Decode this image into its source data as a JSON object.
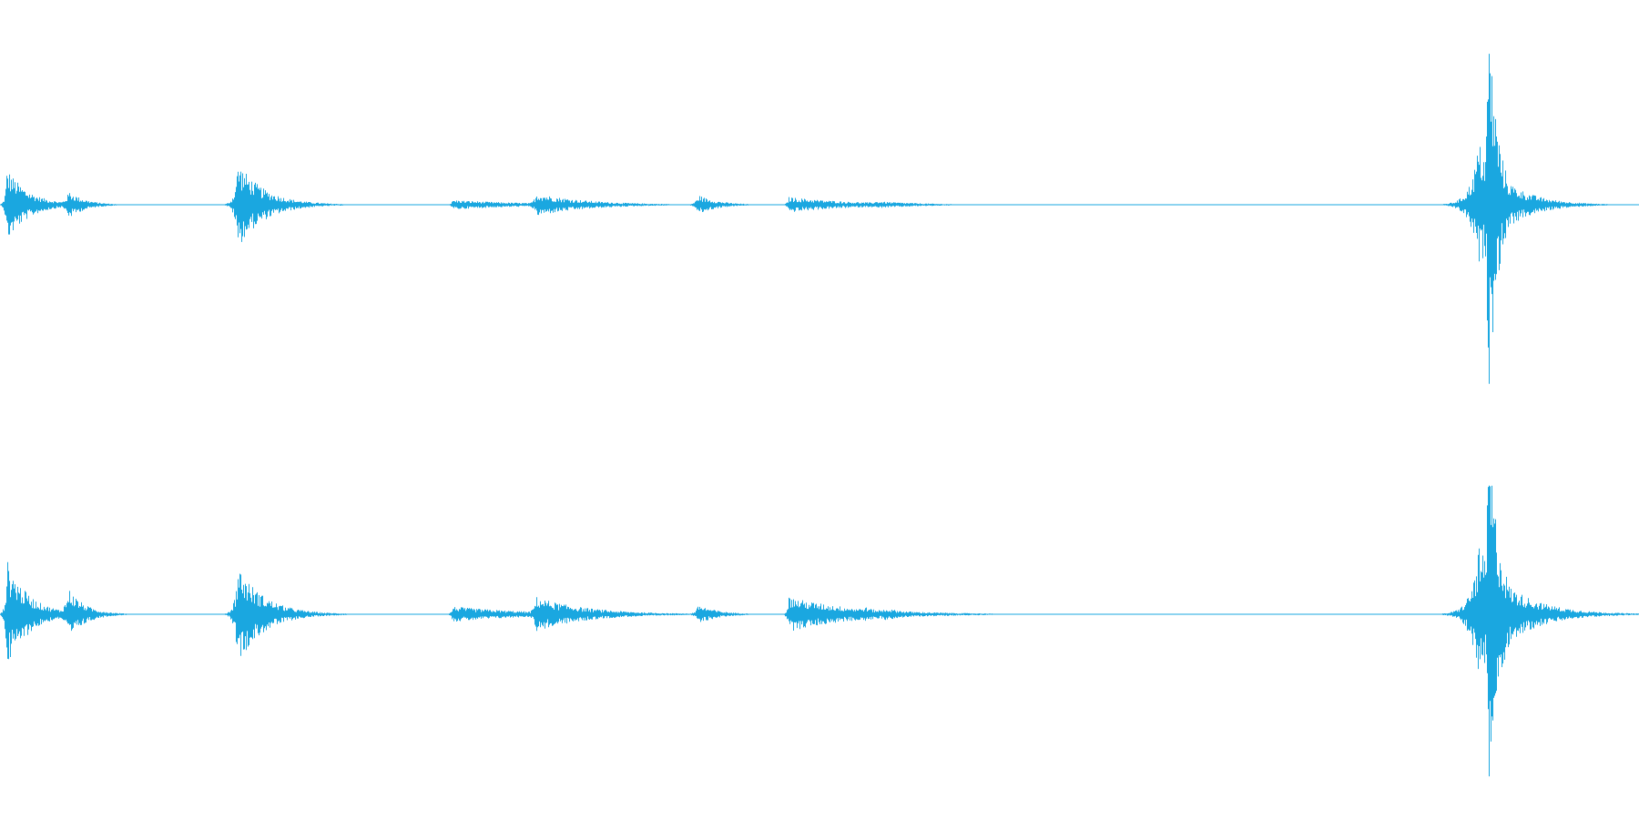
{
  "waveform": {
    "color": "#1aa7e0",
    "channels": [
      {
        "name": "channel-1",
        "bursts": [
          {
            "pos": 0.004,
            "amp": 0.19,
            "decay": 0.013,
            "pre": 0.001
          },
          {
            "pos": 0.042,
            "amp": 0.07,
            "decay": 0.01,
            "pre": 0.003
          },
          {
            "pos": 0.145,
            "amp": 0.22,
            "decay": 0.016,
            "pre": 0.002
          },
          {
            "pos": 0.195,
            "amp": 0.006,
            "decay": 0.008,
            "pre": 0.006
          },
          {
            "pos": 0.276,
            "amp": 0.025,
            "decay": 0.045,
            "pre": 0.001
          },
          {
            "pos": 0.327,
            "amp": 0.06,
            "decay": 0.03,
            "pre": 0.002
          },
          {
            "pos": 0.36,
            "amp": 0.018,
            "decay": 0.02,
            "pre": 0.005
          },
          {
            "pos": 0.426,
            "amp": 0.05,
            "decay": 0.012,
            "pre": 0.002
          },
          {
            "pos": 0.481,
            "amp": 0.04,
            "decay": 0.04,
            "pre": 0.001
          },
          {
            "pos": 0.535,
            "amp": 0.018,
            "decay": 0.03,
            "pre": 0.01
          },
          {
            "pos": 0.902,
            "amp": 0.32,
            "decay": 0.018,
            "pre": 0.005
          },
          {
            "pos": 0.908,
            "amp": 1.0,
            "decay": 0.006,
            "pre": 0.0015
          }
        ]
      },
      {
        "name": "channel-2",
        "bursts": [
          {
            "pos": 0.004,
            "amp": 0.28,
            "decay": 0.013,
            "pre": 0.001
          },
          {
            "pos": 0.042,
            "amp": 0.13,
            "decay": 0.01,
            "pre": 0.003
          },
          {
            "pos": 0.145,
            "amp": 0.25,
            "decay": 0.016,
            "pre": 0.002
          },
          {
            "pos": 0.195,
            "amp": 0.006,
            "decay": 0.008,
            "pre": 0.006
          },
          {
            "pos": 0.276,
            "amp": 0.04,
            "decay": 0.045,
            "pre": 0.001
          },
          {
            "pos": 0.327,
            "amp": 0.09,
            "decay": 0.03,
            "pre": 0.002
          },
          {
            "pos": 0.36,
            "amp": 0.025,
            "decay": 0.02,
            "pre": 0.005
          },
          {
            "pos": 0.426,
            "amp": 0.05,
            "decay": 0.012,
            "pre": 0.002
          },
          {
            "pos": 0.481,
            "amp": 0.09,
            "decay": 0.04,
            "pre": 0.001
          },
          {
            "pos": 0.527,
            "amp": 0.04,
            "decay": 0.012,
            "pre": 0.006
          },
          {
            "pos": 0.54,
            "amp": 0.03,
            "decay": 0.02,
            "pre": 0.008
          },
          {
            "pos": 0.902,
            "amp": 0.34,
            "decay": 0.022,
            "pre": 0.005
          },
          {
            "pos": 0.908,
            "amp": 0.95,
            "decay": 0.007,
            "pre": 0.0015
          }
        ]
      }
    ]
  }
}
